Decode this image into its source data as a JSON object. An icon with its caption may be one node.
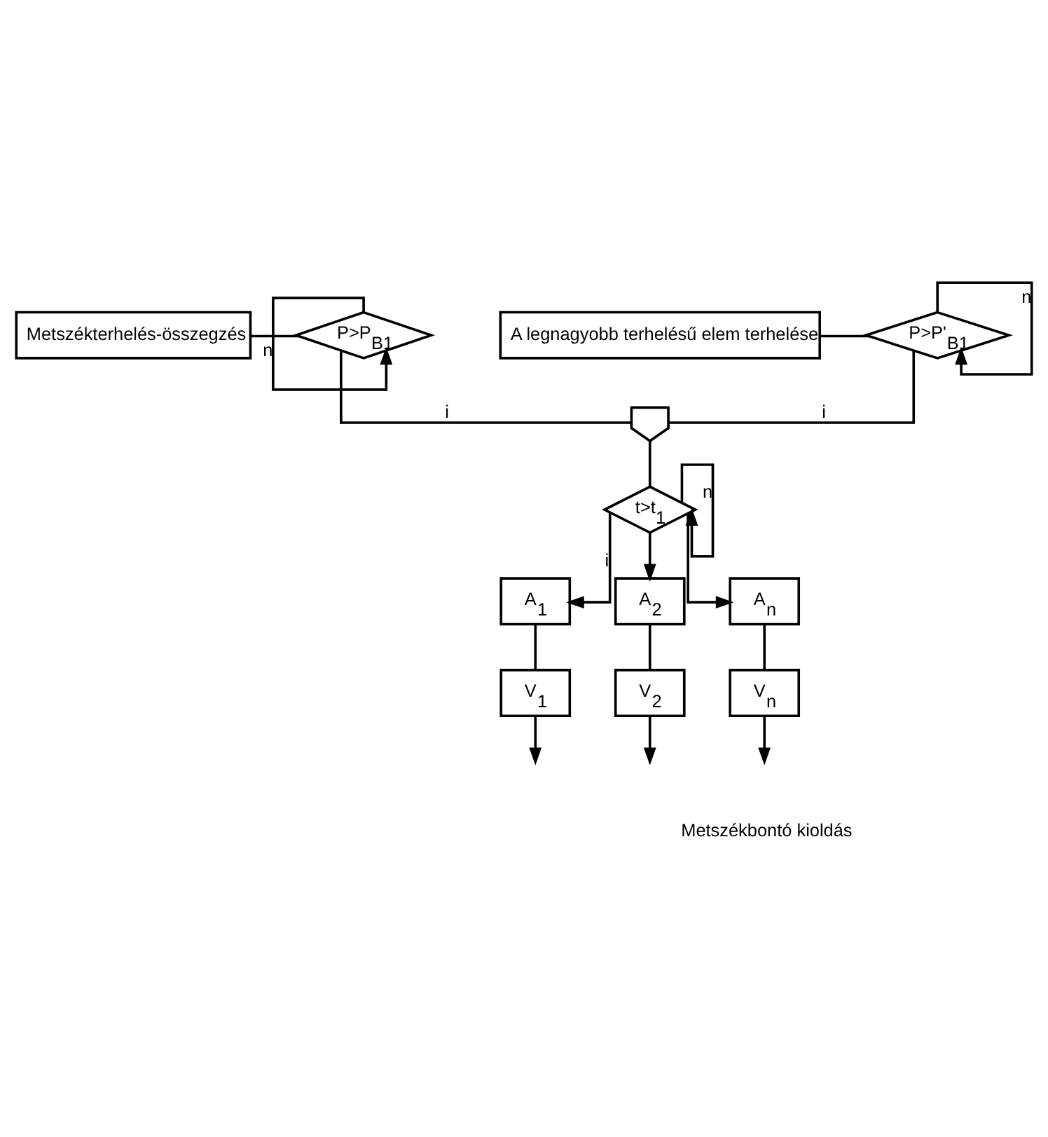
{
  "diagram": {
    "nodes": [
      {
        "text": [
          "Metszékterhelés-összegzés"
        ]
      },
      {
        "text": [
          "P>P$_{B1}$"
        ]
      },
      {
        "text": [
          "A legnagyobb terhelésű elem terhelése"
        ]
      },
      {
        "text": [
          "P>P'$_{B1}$"
        ]
      },
      {
        "text": [],
        "shape": "gate"
      },
      {
        "text": [
          "t>t$_{1}$"
        ]
      },
      {
        "text": [
          "A$_{1}$"
        ]
      },
      {
        "text": [
          "A$_{2}$"
        ]
      },
      {
        "text": [
          "A$_{n}$"
        ]
      },
      {
        "text": [
          "V$_{1}$"
        ]
      },
      {
        "text": [
          "V$_{2}$"
        ]
      },
      {
        "text": [
          "V$_{n}$"
        ]
      }
    ],
    "edges": [
      {
        "from": 0,
        "to": 1,
        "arrow": "none"
      },
      {
        "from": 1,
        "to": 1,
        "arrow": "to",
        "label": "n"
      },
      {
        "from": 1,
        "to": 4,
        "arrow": "none",
        "label": "i"
      },
      {
        "from": 2,
        "to": 3,
        "arrow": "none"
      },
      {
        "from": 3,
        "to": 3,
        "arrow": "to",
        "label": "n"
      },
      {
        "from": 3,
        "to": 4,
        "arrow": "none",
        "label": "i"
      },
      {
        "from": 4,
        "to": 5,
        "arrow": "none"
      },
      {
        "from": 5,
        "to": 5,
        "arrow": "to",
        "label": "n"
      },
      {
        "from": 5,
        "to": 6,
        "arrow": "to",
        "label": "i"
      },
      {
        "from": 5,
        "to": 7,
        "arrow": "to"
      },
      {
        "from": 5,
        "to": 8,
        "arrow": "to"
      },
      {
        "from": 6,
        "to": 9,
        "arrow": "none"
      },
      {
        "from": 7,
        "to": 10,
        "arrow": "none"
      },
      {
        "from": 8,
        "to": 11,
        "arrow": "none"
      },
      {
        "from": 9,
        "to": null,
        "arrow": "to"
      },
      {
        "from": 10,
        "to": null,
        "arrow": "to"
      },
      {
        "from": 11,
        "to": null,
        "arrow": "to"
      }
    ],
    "labels": [
      "Metszékbontó kioldás"
    ]
  }
}
